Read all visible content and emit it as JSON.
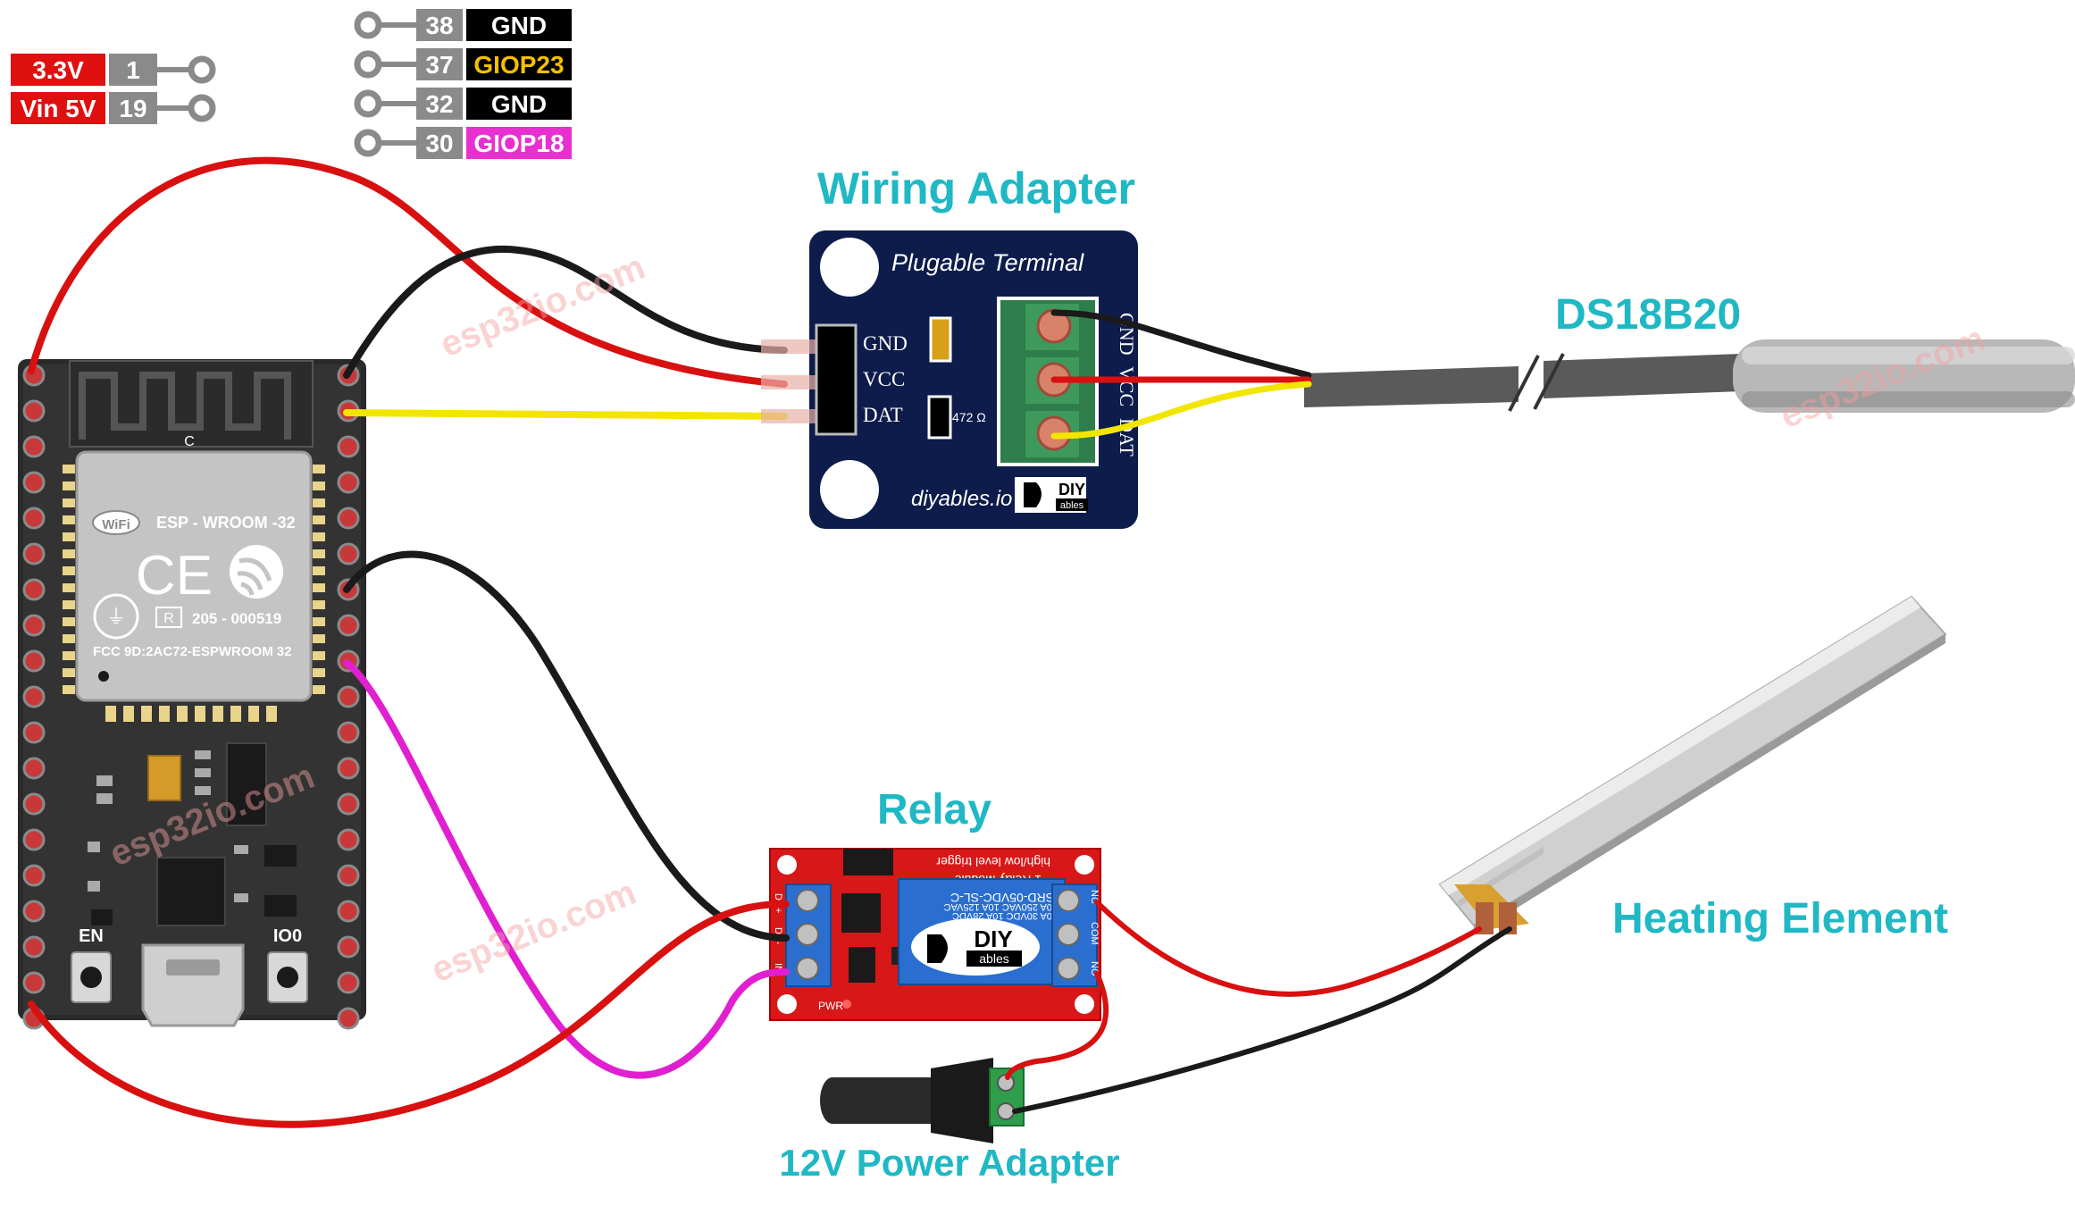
{
  "legend": {
    "left": [
      {
        "label": "3.3V",
        "pin": "1",
        "color": "#e01010"
      },
      {
        "label": "Vin 5V",
        "pin": "19",
        "color": "#e01010"
      }
    ],
    "right": [
      {
        "pin": "38",
        "label": "GND",
        "bg": "#000000",
        "fg": "#ffffff"
      },
      {
        "pin": "37",
        "label": "GIOP23",
        "bg": "#000000",
        "fg": "#f5c000"
      },
      {
        "pin": "32",
        "label": "GND",
        "bg": "#000000",
        "fg": "#ffffff"
      },
      {
        "pin": "30",
        "label": "GIOP18",
        "bg": "#e830d0",
        "fg": "#ffffff"
      }
    ]
  },
  "titles": {
    "wiring_adapter": "Wiring Adapter",
    "sensor": "DS18B20",
    "relay": "Relay",
    "heater": "Heating Element",
    "power": "12V Power Adapter"
  },
  "adapter": {
    "header": "Plugable Terminal",
    "pins": [
      "GND",
      "VCC",
      "DAT"
    ],
    "terminal": [
      "GND",
      "VCC",
      "DAT"
    ],
    "resistor": "472 Ω",
    "brand": "diyables.io",
    "logo_top": "DIY",
    "logo_bottom": "ables"
  },
  "esp32": {
    "module": "ESP - WROOM -32",
    "cert": "205 - 000519",
    "fcc": "FCC 9D:2AC72-ESPWROOM 32",
    "btn_left": "EN",
    "btn_right": "IO0",
    "wifi": "WiFi",
    "antenna_mark": "C"
  },
  "relay_board": {
    "top1": "high/low level trigger",
    "top2": "1 Relay Module",
    "coil": "SRD-05VDC-SL-C",
    "spec1": "10A 250VAC 10A 125VAC",
    "spec2": "10A 30VDC 10A 28VDC",
    "logo_top": "DIY",
    "logo_bottom": "ables",
    "pins_in": [
      "DC+",
      "DC-",
      "IN"
    ],
    "pins_out": [
      "NC",
      "COM",
      "NO"
    ],
    "pwr": "PWR"
  },
  "watermark": "esp32io.com",
  "colors": {
    "title": "#1fb8c4",
    "red_wire": "#d81010",
    "black_wire": "#1a1a1a",
    "yellow_wire": "#f2e600",
    "pink_wire": "#e020d0",
    "adapter_board": "#0d1c4a",
    "relay_board": "#d81818"
  }
}
